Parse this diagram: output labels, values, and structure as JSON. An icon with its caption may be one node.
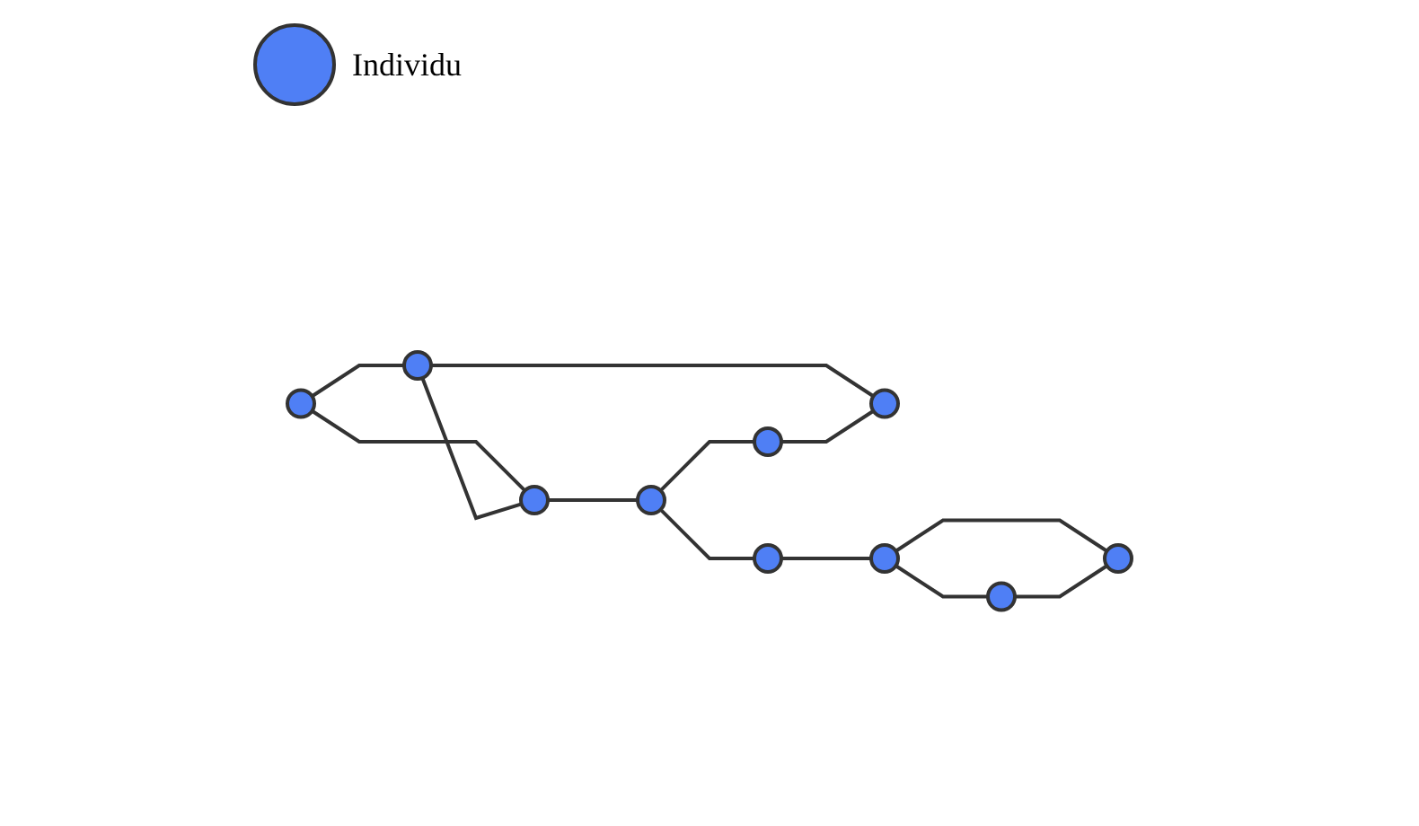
{
  "diagram": {
    "nodes": [
      {
        "text": [],
        "shape": "circle"
      },
      {
        "text": [],
        "shape": "circle"
      },
      {
        "text": [],
        "shape": "circle"
      },
      {
        "text": [],
        "shape": "circle"
      },
      {
        "text": [],
        "shape": "circle"
      },
      {
        "text": [],
        "shape": "circle"
      },
      {
        "text": [],
        "shape": "circle"
      },
      {
        "text": [],
        "shape": "circle"
      },
      {
        "text": [],
        "shape": "circle"
      },
      {
        "text": [],
        "shape": "circle"
      }
    ],
    "edges": [
      {
        "from": 0,
        "to": 2,
        "arrow": "none"
      },
      {
        "from": 0,
        "to": 1,
        "arrow": "none"
      },
      {
        "from": 2,
        "to": 1,
        "arrow": "none"
      },
      {
        "from": 2,
        "to": 3,
        "arrow": "none"
      },
      {
        "from": 1,
        "to": 4,
        "arrow": "none"
      },
      {
        "from": 4,
        "to": 5,
        "arrow": "none"
      },
      {
        "from": 4,
        "to": 6,
        "arrow": "none"
      },
      {
        "from": 5,
        "to": 3,
        "arrow": "none"
      },
      {
        "from": 6,
        "to": 8,
        "arrow": "none"
      },
      {
        "from": 8,
        "to": 7,
        "arrow": "none"
      },
      {
        "from": 8,
        "to": 9,
        "arrow": "none"
      },
      {
        "from": 7,
        "to": 9,
        "arrow": "none"
      }
    ],
    "legend": [
      {
        "text": "Individu"
      }
    ]
  }
}
